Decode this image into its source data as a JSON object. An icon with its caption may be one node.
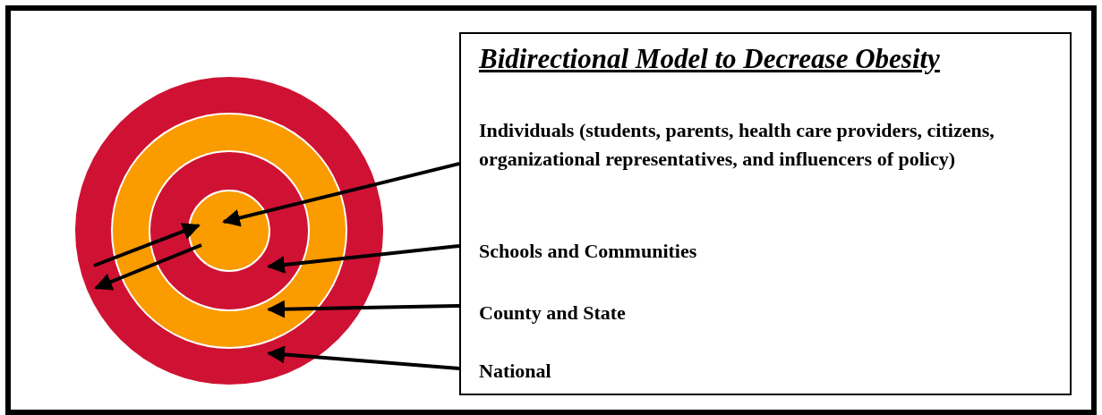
{
  "diagram": {
    "nodes": [
      {
        "text": [
          "Bidirectional Model to Decrease Obesity"
        ]
      },
      {
        "text": [
          "Individuals (students, parents, health care providers, citizens, organizational representatives, and influencers of policy)"
        ],
        "in": 0
      },
      {
        "text": [
          "Schools and Communities"
        ],
        "in": 0
      },
      {
        "text": [
          "County and State"
        ],
        "in": 0
      },
      {
        "text": [
          "National"
        ],
        "in": 0
      },
      {
        "text": [],
        "shape": "circle",
        "in": 6
      },
      {
        "text": [],
        "shape": "circle",
        "in": 7
      },
      {
        "text": [],
        "shape": "circle",
        "in": 8
      },
      {
        "text": [],
        "shape": "circle"
      }
    ],
    "edges": [
      {
        "from": 1,
        "to": 5,
        "arrow": "to"
      },
      {
        "from": 2,
        "to": 6,
        "arrow": "to"
      },
      {
        "from": 3,
        "to": 7,
        "arrow": "to"
      },
      {
        "from": 4,
        "to": 8,
        "arrow": "to"
      },
      {
        "from": 8,
        "to": 5,
        "arrow": "to"
      },
      {
        "from": 5,
        "to": 8,
        "arrow": "to"
      }
    ]
  }
}
